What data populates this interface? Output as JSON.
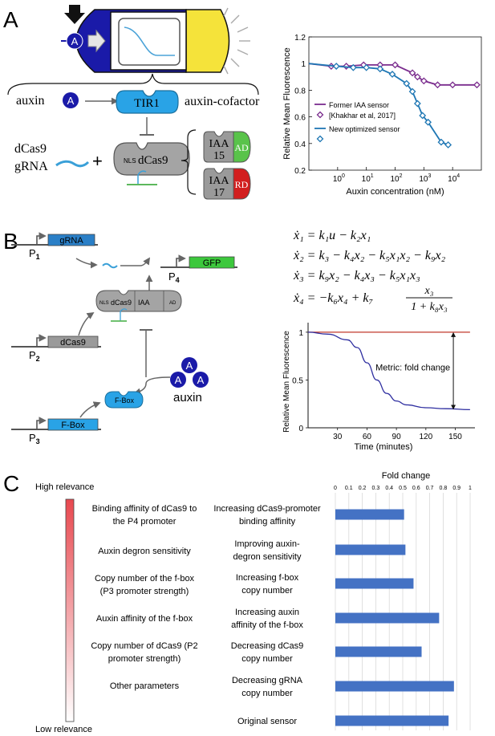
{
  "panels": {
    "a": "A",
    "b": "B",
    "c": "C"
  },
  "panelA": {
    "auxin_label": "auxin",
    "auxin_symbol": "A",
    "tir1_label": "TIR1",
    "cofactor_label": "auxin-cofactor",
    "dcas9_label": "dCas9",
    "grna_label": "gRNA",
    "plus": "+",
    "nls_label": "NLS",
    "iaa15": [
      "IAA",
      "15"
    ],
    "iaa17": [
      "IAA",
      "17"
    ],
    "ad_label": "AD",
    "rd_label": "RD"
  },
  "chartA": {
    "type": "line",
    "ylabel": "Relative Mean Fluorescence",
    "xlabel": "Auxin concentration (nM)",
    "xscale": "log",
    "xlim": [
      0.1,
      100000
    ],
    "ylim": [
      0.2,
      1.2
    ],
    "yticks": [
      "0.2",
      "0.4",
      "0.6",
      "0.8",
      "1",
      "1.2"
    ],
    "xticks_exp": [
      "0",
      "1",
      "2",
      "3",
      "4"
    ],
    "xticks_base": "10",
    "legend": [
      {
        "label": "Former IAA sensor",
        "color": "#7b2d8e",
        "kind": "line"
      },
      {
        "label": "[Khakhar et al, 2017]",
        "color": "#7b2d8e",
        "kind": "diamond"
      },
      {
        "label": "New optimized sensor",
        "color": "#1f77b4",
        "kind": "line"
      },
      {
        "label": "",
        "color": "#1f77b4",
        "kind": "diamond"
      }
    ],
    "legend_position": "bottom-left",
    "series": [
      {
        "marker_color": "#7b2d8e",
        "points": [
          [
            0.1,
            1.0
          ],
          [
            0.6,
            0.98
          ],
          [
            2,
            0.98
          ],
          [
            8,
            0.99
          ],
          [
            30,
            0.99
          ],
          [
            100,
            0.99
          ],
          [
            400,
            0.93
          ],
          [
            600,
            0.9
          ],
          [
            1000,
            0.87
          ],
          [
            3000,
            0.84
          ],
          [
            10000,
            0.84
          ],
          [
            70000,
            0.84
          ]
        ]
      },
      {
        "marker_color": "#1f77b4",
        "points": [
          [
            0.1,
            1.0
          ],
          [
            0.9,
            0.98
          ],
          [
            3.5,
            0.97
          ],
          [
            10,
            0.97
          ],
          [
            30,
            0.96
          ],
          [
            80,
            0.92
          ],
          [
            250,
            0.85
          ],
          [
            400,
            0.79
          ],
          [
            600,
            0.7
          ],
          [
            900,
            0.61
          ],
          [
            1400,
            0.56
          ],
          [
            4000,
            0.41
          ],
          [
            7000,
            0.39
          ]
        ]
      }
    ]
  },
  "panelB": {
    "grna": "gRNA",
    "gfp": "GFP",
    "dcas9": "dCas9",
    "fbox": "F-Box",
    "fbox_protein": "F-Box",
    "auxin": "auxin",
    "auxin_symbol": "A",
    "p_letter": "P",
    "p_subs": [
      "1",
      "2",
      "3",
      "4"
    ],
    "fusion_labels": [
      "NLS",
      "dCas9",
      "IAA",
      "AD"
    ],
    "equations": [
      {
        "lhs": "ẋ₁",
        "rhs": "= k₁u − k₂x₁"
      },
      {
        "lhs": "ẋ₂",
        "rhs": "= k₃ − k₄x₂ − k₅x₁x₂ − k₉x₂"
      },
      {
        "lhs": "ẋ₃",
        "rhs": "= k₉x₂ − k₄x₃ − k₅x₁x₃"
      },
      {
        "lhs": "ẋ₄",
        "rhs": "= −k₆x₄ + k₇",
        "num": "x₃",
        "den": "1 + k₈x₃"
      }
    ]
  },
  "chartB": {
    "type": "line",
    "ylabel": "Relative Mean Fluorescence",
    "xlabel": "Time (minutes)",
    "xticks": [
      "30",
      "60",
      "90",
      "120",
      "150"
    ],
    "yticks": [
      "0",
      "0.5",
      "1"
    ],
    "xlim": [
      0,
      170
    ],
    "ylim": [
      0,
      1.1
    ],
    "annotation": "Metric: fold change",
    "series": [
      {
        "color": "#c0392b",
        "points": [
          [
            0,
            1
          ],
          [
            165,
            1
          ]
        ]
      },
      {
        "color": "#2e2ea0",
        "points": [
          [
            0,
            1
          ],
          [
            20,
            0.98
          ],
          [
            40,
            0.92
          ],
          [
            50,
            0.84
          ],
          [
            60,
            0.68
          ],
          [
            70,
            0.5
          ],
          [
            80,
            0.36
          ],
          [
            90,
            0.28
          ],
          [
            100,
            0.24
          ],
          [
            120,
            0.21
          ],
          [
            140,
            0.2
          ],
          [
            165,
            0.19
          ]
        ]
      }
    ]
  },
  "panelC": {
    "high": "High relevance",
    "low": "Low relevance",
    "parameters": [
      [
        "Binding affinity of dCas9 to",
        "the P4 promoter"
      ],
      [
        "Auxin degron sensitivity"
      ],
      [
        "Copy number of the f-box",
        "(P3 promoter strength)"
      ],
      [
        "Auxin affinity of the f-box"
      ],
      [
        "Copy number of dCas9 (P2",
        "promoter strength)"
      ],
      [
        "Other parameters"
      ]
    ]
  },
  "chart_data": {
    "type": "bar",
    "orientation": "horizontal",
    "title": "Fold change",
    "xlim": [
      0,
      1
    ],
    "xticks": [
      "0",
      "0.1",
      "0.2",
      "0.3",
      "0.4",
      "0.5",
      "0.6",
      "0.7",
      "0.8",
      "0.9",
      "1"
    ],
    "bar_color": "#4472c4",
    "categories": [
      [
        "Increasing dCas9-promoter",
        "binding affinity"
      ],
      [
        "Improving auxin-",
        "degron sensitivity"
      ],
      [
        "Increasing f-box",
        "copy number"
      ],
      [
        "Increasing auxin",
        "affinity of the f-box"
      ],
      [
        "Decreasing dCas9",
        "copy number"
      ],
      [
        "Decreasing gRNA",
        "copy number"
      ],
      [
        "Original sensor"
      ]
    ],
    "values": [
      0.51,
      0.52,
      0.58,
      0.77,
      0.64,
      0.88,
      0.84
    ]
  }
}
